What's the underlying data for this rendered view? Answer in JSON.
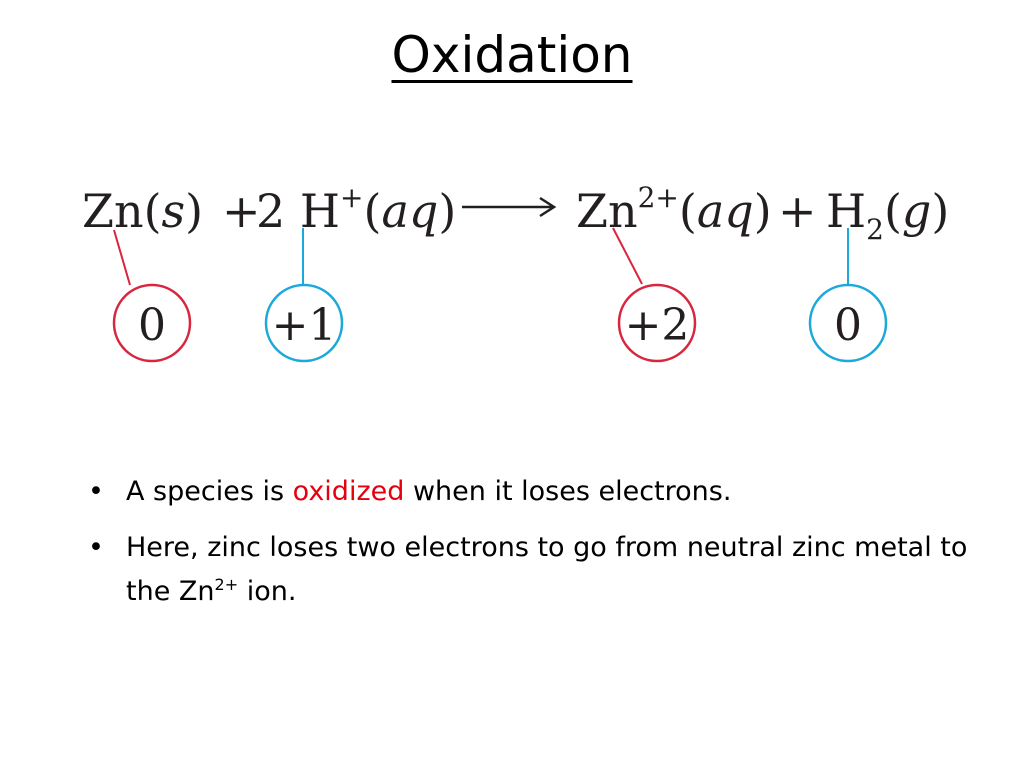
{
  "slide": {
    "title": "Oxidation"
  },
  "equation": {
    "reactants": [
      {
        "species": "Zn",
        "state": "s",
        "coefficient": "",
        "charge": ""
      },
      {
        "species": "H",
        "state": "aq",
        "coefficient": "2",
        "charge": "+"
      }
    ],
    "products": [
      {
        "species": "Zn",
        "state": "aq",
        "coefficient": "",
        "charge": "2+"
      },
      {
        "species": "H",
        "subscript": "2",
        "state": "g",
        "coefficient": "",
        "charge": ""
      }
    ],
    "plus": "+",
    "arrow": "⟶",
    "oxidation_states": [
      {
        "label": "0",
        "color": "#d7263d",
        "target": "Zn(s)"
      },
      {
        "label": "+1",
        "color": "#1ba8db",
        "target": "H+(aq)"
      },
      {
        "label": "+2",
        "color": "#d7263d",
        "target": "Zn2+(aq)"
      },
      {
        "label": "0",
        "color": "#1ba8db",
        "target": "H2(g)"
      }
    ]
  },
  "bullets": [
    {
      "before": "A species is ",
      "highlight": "oxidized",
      "after": " when it loses electrons."
    },
    {
      "text": "Here, zinc loses two electrons to go from neutral zinc metal to the Zn",
      "sup": "2+",
      "after": " ion."
    }
  ],
  "colors": {
    "highlight": "#e3000f",
    "red_circle": "#d7263d",
    "blue_circle": "#1ba8db"
  }
}
